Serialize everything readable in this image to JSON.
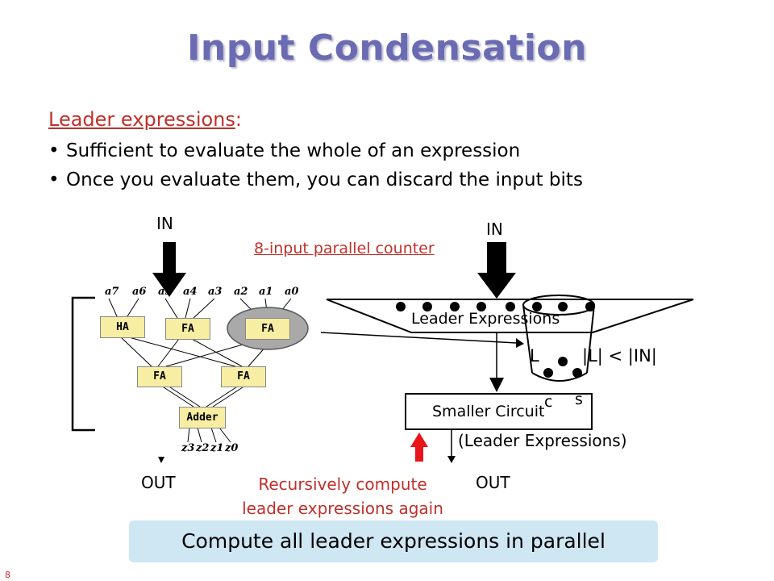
{
  "title": "Input Condensation",
  "heading": {
    "text": "Leader expressions",
    "suffix": ":"
  },
  "bullets": [
    "Sufficient to evaluate the whole of an expression",
    "Once you evaluate them, you can discard the input bits"
  ],
  "left_diagram": {
    "in_label": "IN",
    "out_label": "OUT",
    "bits": [
      "a7",
      "a6",
      "a5",
      "a4",
      "a3",
      "a2",
      "a1",
      "a0"
    ],
    "row1": [
      "HA",
      "FA",
      "FA"
    ],
    "row2": [
      "FA",
      "FA"
    ],
    "adder": "Adder",
    "outputs": [
      "z3",
      "z2",
      "z1",
      "z0"
    ]
  },
  "counter_label": "8-input parallel counter",
  "right_diagram": {
    "in_label": "IN",
    "leader_label": "Leader Expressions",
    "l_label": "L",
    "inequality": "|L| < |IN|",
    "smaller_label": "Smaller Circuit",
    "c_label": "c",
    "s_label": "s",
    "paren_label": "(Leader Expressions)",
    "out_label": "OUT"
  },
  "recursive_note": [
    "Recursively compute",
    "leader expressions again"
  ],
  "banner": "Compute all leader expressions in parallel",
  "page_number": "8",
  "colors": {
    "title": "#6b6bb3",
    "accent_red": "#c0302a",
    "banner_bg": "#cfe6f3",
    "fa_box": "#f7eda3"
  }
}
